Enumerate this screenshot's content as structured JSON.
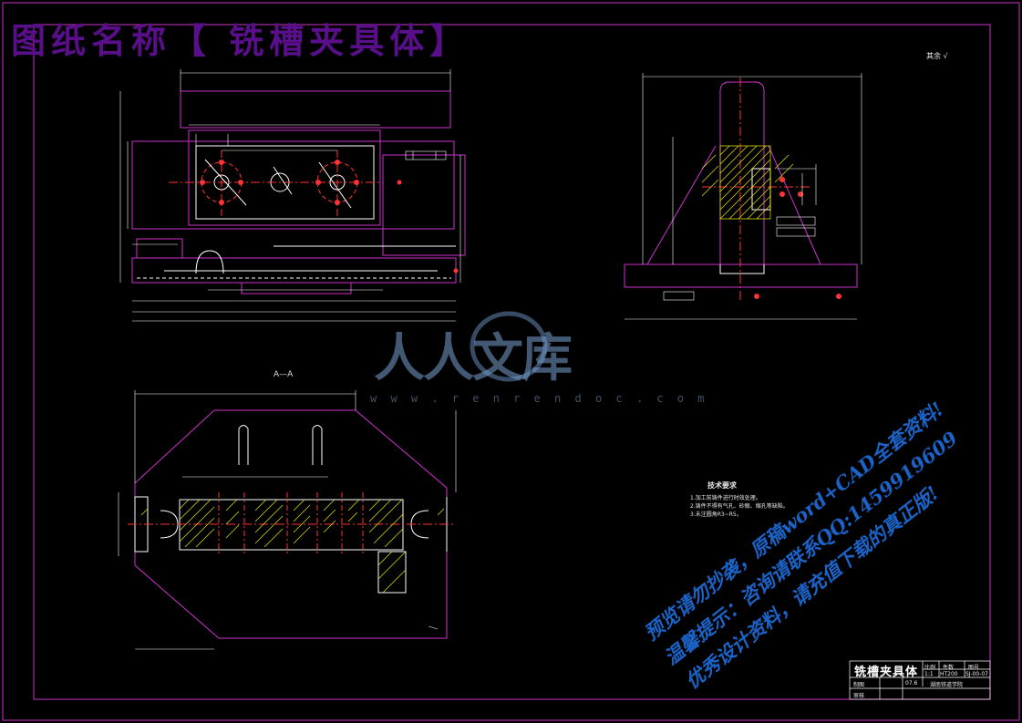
{
  "banner": {
    "text": "图纸名称【 铣槽夹具体】"
  },
  "roughness_note": {
    "text": "其余 √"
  },
  "section_label": {
    "text": "A—A"
  },
  "watermark": {
    "brand": "人人文库",
    "url": "w w w . r e n r e n d o c . c o m"
  },
  "promo_lines": [
    "预览请勿抄袭，原稿word+CAD全套资料!",
    "温馨提示：咨询请联系QQ:1459919609",
    "优秀设计资料，请充值下载的真正版!"
  ],
  "tech_requirements": {
    "title": "技术要求",
    "items": [
      "1.加工前铸件进行时效处理。",
      "2.铸件不得有气孔、砂眼、缩孔等缺陷。",
      "3.未注圆角R3~R5。"
    ]
  },
  "title_block": {
    "name": "铣槽夹具体",
    "scale_label": "比例",
    "qty_label": "件数",
    "drawing_no_label": "图号",
    "scale": "1:1",
    "material": "HT200",
    "drawing_no": "SJ-00-07",
    "designer_label": "制图",
    "checker_label": "审核",
    "school": "湖南铁道学院",
    "date": "07.6"
  },
  "colors": {
    "background": "#000000",
    "outline": "#cc33cc",
    "geometry": "#ffffff",
    "hatching": "#e6e600",
    "centerline": "#ff3333",
    "banner": "#5a0f8a",
    "promo": "#1b63c7"
  }
}
